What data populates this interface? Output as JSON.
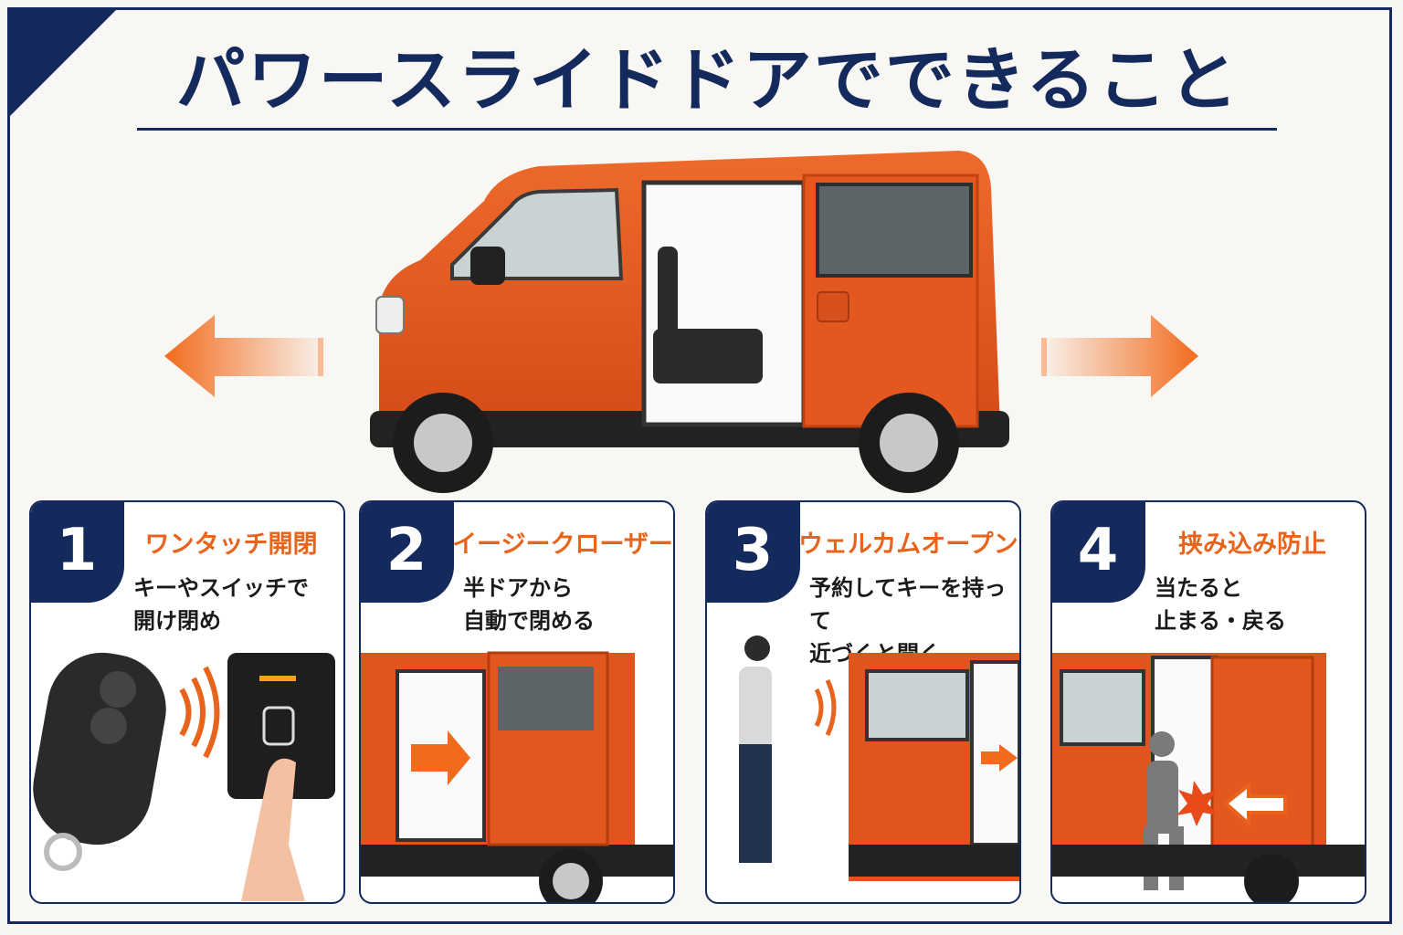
{
  "header": {
    "title": "パワースライドドアでできること"
  },
  "colors": {
    "navy": "#14295c",
    "orange": "#e8641d",
    "van_body": "#e2541f",
    "background": "#f8f7f3"
  },
  "cards": [
    {
      "number": "1",
      "title": "ワンタッチ開閉",
      "description": "キーやスイッチで\n開け閉め"
    },
    {
      "number": "2",
      "title": "イージークローザー",
      "description": "半ドアから\n自動で閉める"
    },
    {
      "number": "3",
      "title": "ウェルカムオープン",
      "description": "予約してキーを持って\n近づくと開く"
    },
    {
      "number": "4",
      "title": "挟み込み防止",
      "description": "当たると\n止まる・戻る"
    }
  ]
}
